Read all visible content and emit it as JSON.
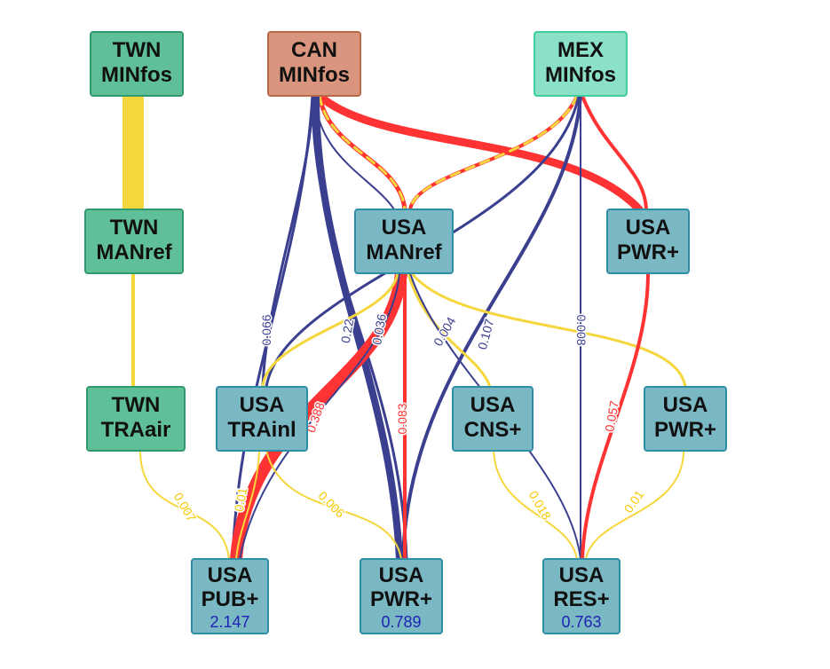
{
  "colors": {
    "background": "#ffffff",
    "coal": "#3b3f8f",
    "oil": "#ff3333",
    "gas": "#f5d63d",
    "node_source_twn": "#5fbf98",
    "node_source_can": "#d9957e",
    "node_source_mex": "#8be0c8",
    "node_intermediate": "#7ab8c4",
    "value_text": "#1f23b3"
  },
  "nodes": {
    "twn_minfos": {
      "line1": "TWN",
      "line2": "MINfos",
      "value": ""
    },
    "can_minfos": {
      "line1": "CAN",
      "line2": "MINfos",
      "value": ""
    },
    "mex_minfos": {
      "line1": "MEX",
      "line2": "MINfos",
      "value": ""
    },
    "twn_manref": {
      "line1": "TWN",
      "line2": "MANref",
      "value": ""
    },
    "usa_manref": {
      "line1": "USA",
      "line2": "MANref",
      "value": ""
    },
    "usa_pwr_mid": {
      "line1": "USA",
      "line2": "PWR+",
      "value": ""
    },
    "twn_traair": {
      "line1": "TWN",
      "line2": "TRAair",
      "value": ""
    },
    "usa_trainl": {
      "line1": "USA",
      "line2": "TRAinl",
      "value": ""
    },
    "usa_cns": {
      "line1": "USA",
      "line2": "CNS+",
      "value": ""
    },
    "usa_pwr_right": {
      "line1": "USA",
      "line2": "PWR+",
      "value": ""
    },
    "usa_pub": {
      "line1": "USA",
      "line2": "PUB+",
      "value": "2.147"
    },
    "usa_pwr_bottom": {
      "line1": "USA",
      "line2": "PWR+",
      "value": "0.789"
    },
    "usa_res": {
      "line1": "USA",
      "line2": "RES+",
      "value": "0.763"
    }
  },
  "edge_labels": {
    "can_trainl": "0.066",
    "can_pwr": "0.22",
    "manref_pub": "0.388",
    "manref_pwr_red": "0.083",
    "manref_pub_coal": "0.036",
    "manref_res": "0.004",
    "mex_pwr": "0.107",
    "mex_res": "0.008",
    "mex_res_red": "0.057",
    "twn_pub": "0.007",
    "trainl_pub": "0.01",
    "trainl_pwr": "0.006",
    "cns_res": "0.018",
    "pwr_res": "0.01"
  }
}
